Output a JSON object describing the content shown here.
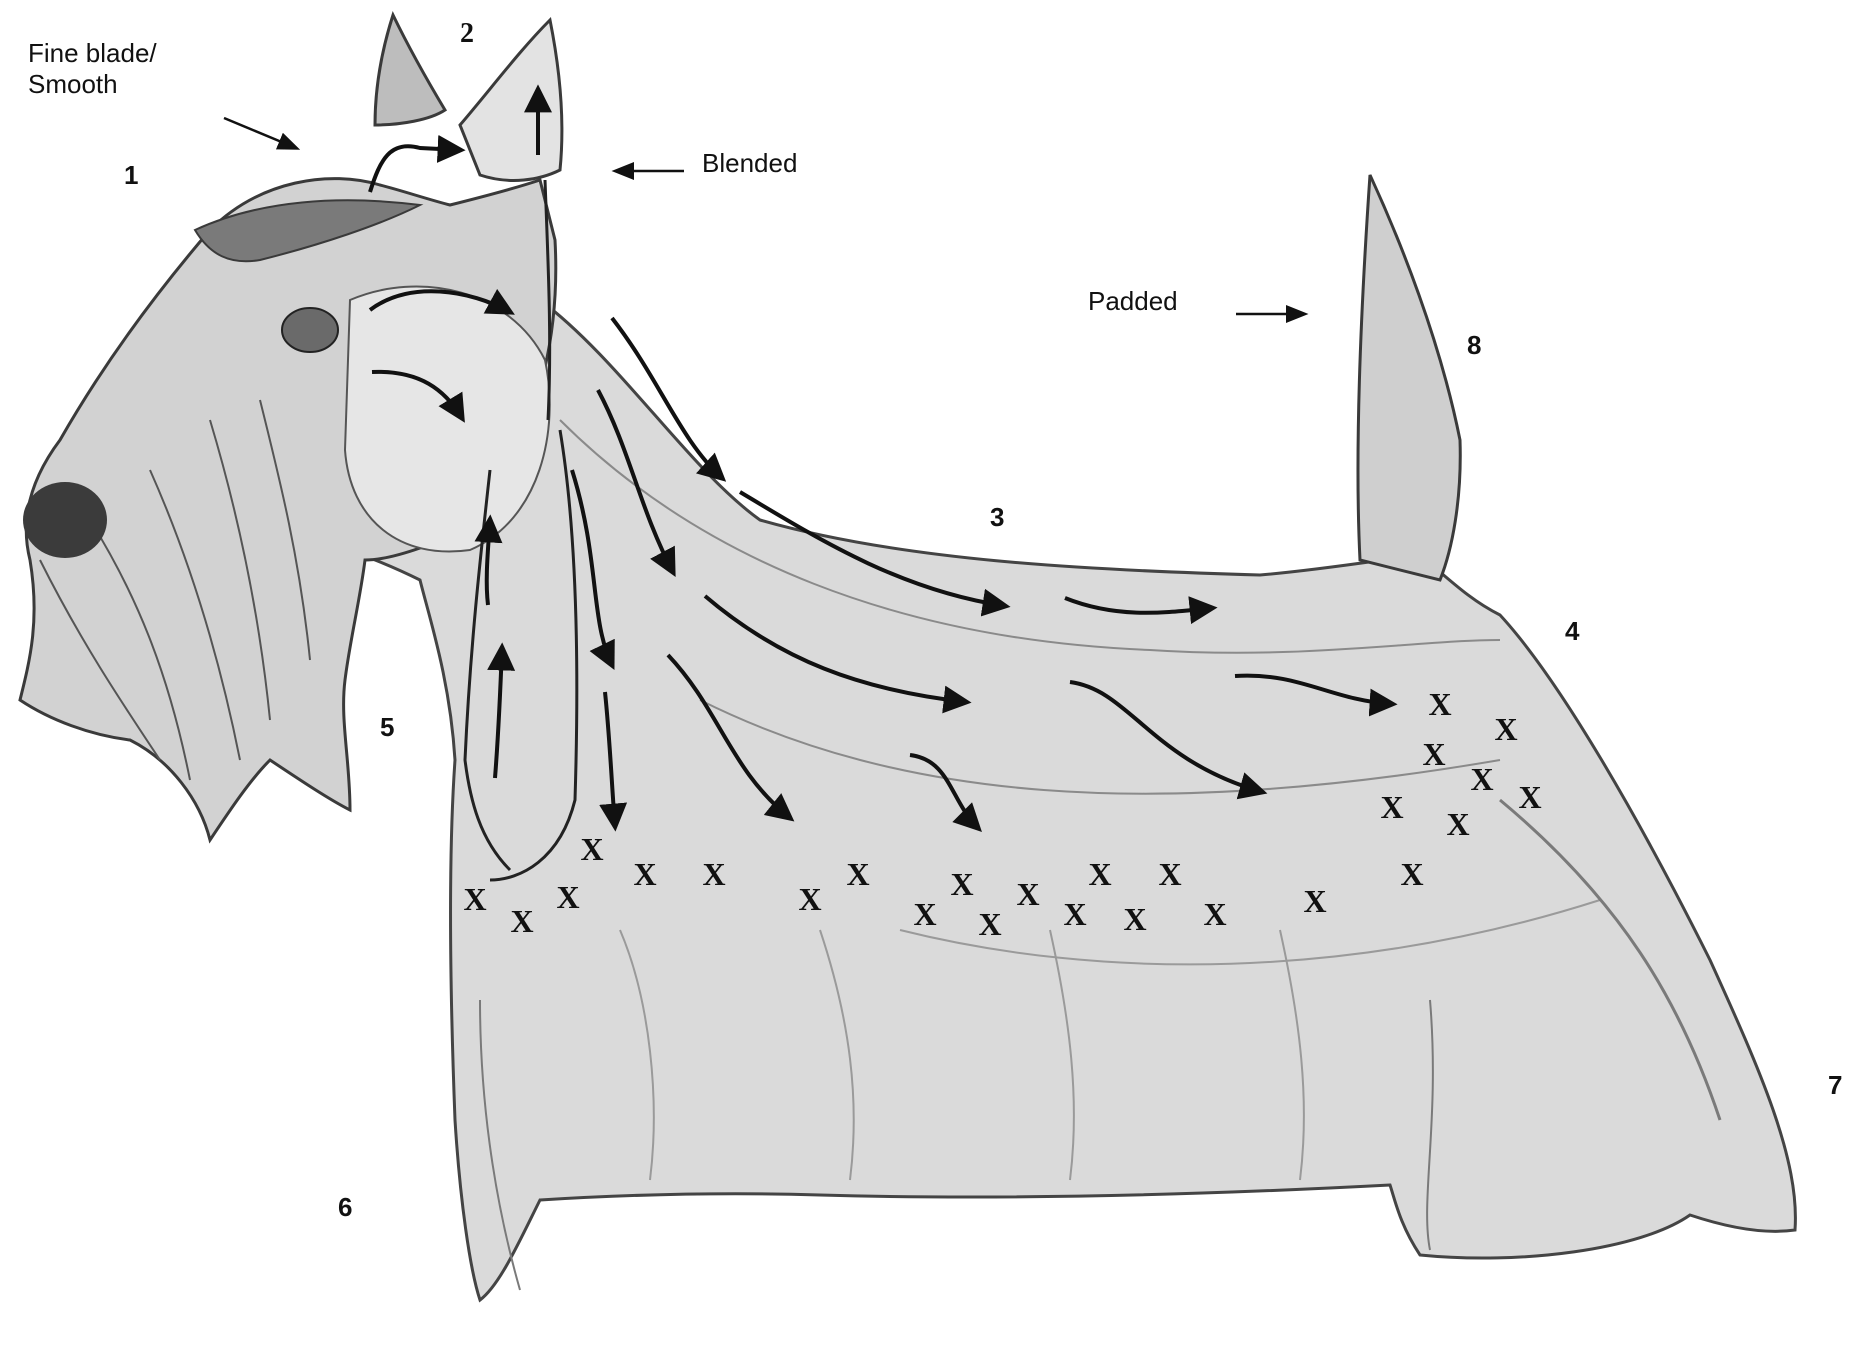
{
  "annotations": {
    "fine_blade": "Fine blade/\nSmooth",
    "blended": "Blended",
    "padded": "Padded"
  },
  "area_numbers": {
    "n1": "1",
    "n2": "2",
    "n3": "3",
    "n4": "4",
    "n5": "5",
    "n6": "6",
    "n7": "7",
    "n8": "8"
  },
  "x_mark": "X",
  "colors": {
    "ink": "#111111",
    "pencil_dark": "#3a3a3a",
    "pencil_mid": "#8a8a8a",
    "coat_shade": "#d6d6d6",
    "paper": "#ffffff"
  }
}
